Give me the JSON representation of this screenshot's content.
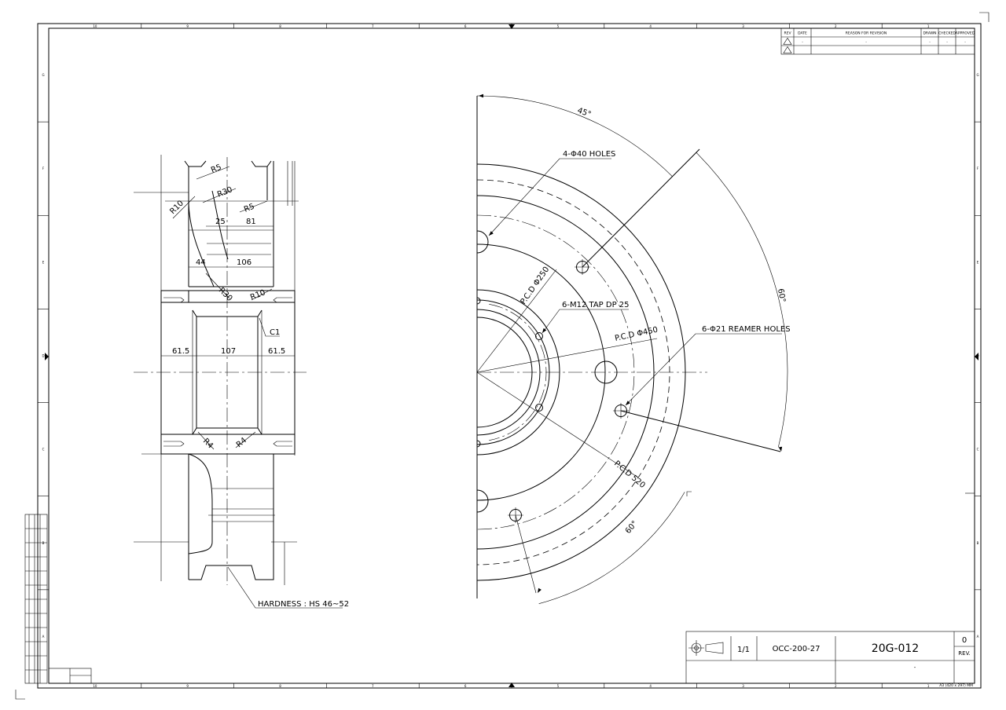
{
  "zones_top": [
    "10",
    "9",
    "8",
    "7",
    "6",
    "5",
    "4",
    "3",
    "2",
    "1"
  ],
  "zones_side": [
    "G",
    "F",
    "E",
    "D",
    "C",
    "B",
    "A"
  ],
  "revision_table": {
    "headers": [
      "REV",
      "DATE",
      "REASON FOR REVISION",
      "DRAWN",
      "CHECKED",
      "APPROVED"
    ],
    "rows": [
      {
        "date": "-",
        "reason": "-",
        "drawn": "-",
        "checked": "-",
        "approved": "-"
      },
      {
        "date": "",
        "reason": "",
        "drawn": "",
        "checked": "",
        "approved": ""
      }
    ]
  },
  "section_view": {
    "dims": {
      "r5_top": "R5",
      "r30_top": "R30",
      "r5_mid": "R5",
      "r10_left": "R10",
      "d25": "25",
      "d81": "81",
      "d44": "44",
      "d106": "106",
      "r30_low": "R30",
      "r10_low": "R10",
      "c1": "C1",
      "d61_5_left": "61.5",
      "d107": "107",
      "d61_5_right": "61.5",
      "r4_left": "R4",
      "r4_right": "R4"
    },
    "note": "HARDNESS : HS 46~52"
  },
  "face_view": {
    "angle_top": "45°",
    "angle_right": "60°",
    "angle_bottom": "60°",
    "callout_holes": "4-Φ40 HOLES",
    "callout_tap": "6-M12 TAP DP 25",
    "callout_reamer": "6-Φ21 REAMER HOLES",
    "pcd_250": "P.C.D Φ250",
    "pcd_450": "P.C.D Φ450",
    "pcd_520": "P.C.D 520"
  },
  "title_block": {
    "scale": "1/1",
    "project_no": "OCC-200-27",
    "drawing_no": "20G-012",
    "rev_value": "0",
    "rev_label": "REV.",
    "sub_dash": "-",
    "size_note": "A3 (420 x 297) MM"
  }
}
